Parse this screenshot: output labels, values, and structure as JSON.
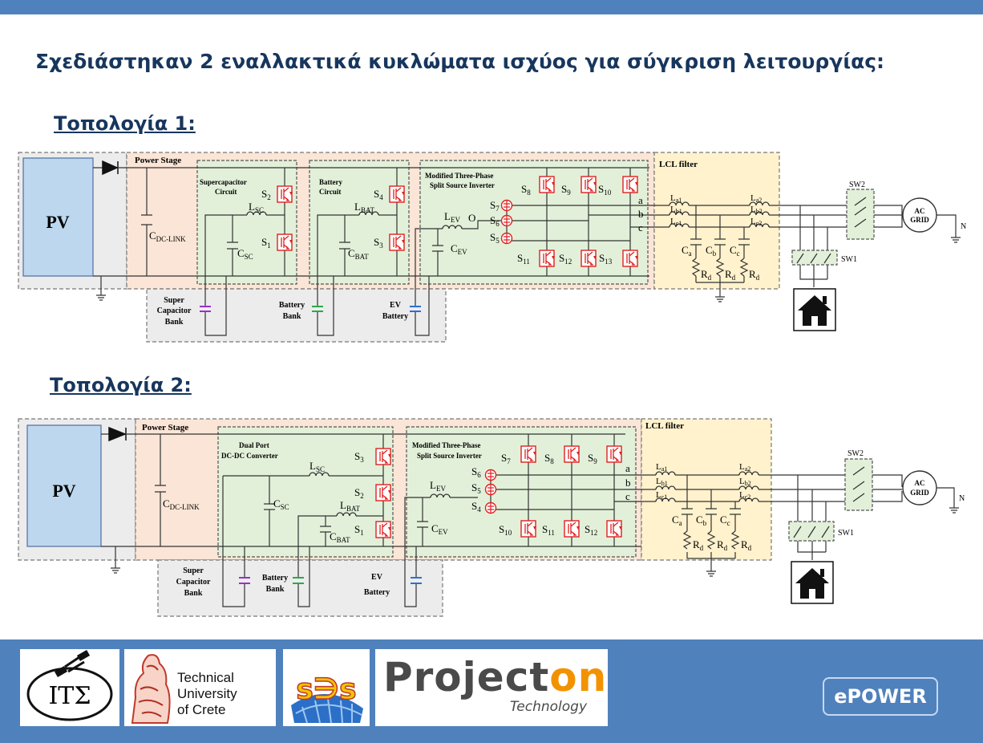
{
  "slide": {
    "title": "Σχεδιάστηκαν 2 εναλλακτικά κυκλώματα ισχύος για σύγκριση λειτουργίας:",
    "topology1_title": "Τοπολογία 1:",
    "topology2_title": "Τοπολογία 2:"
  },
  "topology1": {
    "pv": "PV",
    "power_stage": "Power Stage",
    "lcl_filter": "LCL filter",
    "cdc_main": "C",
    "cdc_sub": "DC-LINK",
    "sc_circuit_1": "Supercapacitor",
    "sc_circuit_2": "Circuit",
    "bat_circuit_1": "Battery",
    "bat_circuit_2": "Circuit",
    "inv_1": "Modified Three-Phase",
    "inv_2": "Split Source Inverter",
    "lsc_main": "L",
    "lsc_sub": "SC",
    "csc_main": "C",
    "csc_sub": "SC",
    "lbat_main": "L",
    "lbat_sub": "BAT",
    "cbat_main": "C",
    "cbat_sub": "BAT",
    "lev_main": "L",
    "lev_sub": "EV",
    "cev_main": "C",
    "cev_sub": "EV",
    "node_o": "O",
    "s_main": "S",
    "s2": "2",
    "s1": "1",
    "s4": "4",
    "s3": "3",
    "s7": "7",
    "s6": "6",
    "s5": "5",
    "s8": "8",
    "s9": "9",
    "s10": "10",
    "s11": "11",
    "s12": "12",
    "s13": "13",
    "phase_a": "a",
    "phase_b": "b",
    "phase_c": "c",
    "la1": "a1",
    "lb1": "b1",
    "lc1": "c1",
    "la2": "a2",
    "lb2": "b2",
    "lc2": "c2",
    "l_main": "L",
    "ca": "a",
    "cb": "b",
    "cc": "c",
    "r_main": "R",
    "rd_sub": "d",
    "sw2": "SW2",
    "sw1": "SW1",
    "grid_1": "AC",
    "grid_2": "GRID",
    "neutral": "N",
    "sc_bank_1": "Super",
    "sc_bank_2": "Capacitor",
    "sc_bank_3": "Bank",
    "bat_bank_1": "Battery",
    "bat_bank_2": "Bank",
    "ev_bat_1": "EV",
    "ev_bat_2": "Battery"
  },
  "topology2": {
    "pv": "PV",
    "power_stage": "Power Stage",
    "lcl_filter": "LCL filter",
    "cdc_main": "C",
    "cdc_sub": "DC-LINK",
    "dual_1": "Dual Port",
    "dual_2": "DC-DC Converter",
    "inv_1": "Modified Three-Phase",
    "inv_2": "Split Source Inverter",
    "lsc_main": "L",
    "lsc_sub": "SC",
    "csc_main": "C",
    "csc_sub": "SC",
    "lbat_main": "L",
    "lbat_sub": "BAT",
    "cbat_main": "C",
    "cbat_sub": "BAT",
    "lev_main": "L",
    "lev_sub": "EV",
    "cev_main": "C",
    "cev_sub": "EV",
    "s_main": "S",
    "s3": "3",
    "s2": "2",
    "s1": "1",
    "s6": "6",
    "s5": "5",
    "s4": "4",
    "s7": "7",
    "s8": "8",
    "s9": "9",
    "s10": "10",
    "s11": "11",
    "s12": "12",
    "phase_a": "a",
    "phase_b": "b",
    "phase_c": "c",
    "la1": "a1",
    "lb1": "b1",
    "lc1": "c1",
    "la2": "a2",
    "lb2": "b2",
    "lc2": "c2",
    "l_main": "L",
    "ca": "a",
    "cb": "b",
    "cc": "c",
    "r_main": "R",
    "rd_sub": "d",
    "sw2": "SW2",
    "sw1": "SW1",
    "grid_1": "AC",
    "grid_2": "GRID",
    "neutral": "N",
    "sc_bank_1": "Super",
    "sc_bank_2": "Capacitor",
    "sc_bank_3": "Bank",
    "bat_bank_1": "Battery",
    "bat_bank_2": "Bank",
    "ev_bat_1": "EV",
    "ev_bat_2": "Battery"
  },
  "logos": {
    "ics_text": "ΙΤΣ",
    "tuc_line1": "Technical",
    "tuc_line2": "University",
    "tuc_line3": "of Crete",
    "ses_text": "s∋s",
    "projecton_main": "Project",
    "projecton_accent": "on",
    "projecton_sub": "Technology",
    "epower": "ePOWER"
  },
  "colors": {
    "bar": "#4f81bd",
    "title": "#17365d",
    "pv_fill": "#bdd7ee",
    "power_stage_fill": "#fbe5d6",
    "green_fill": "#e2f0d9",
    "lcl_fill": "#fff2cc",
    "bank_fill": "#ececec",
    "switch_red": "#e02020",
    "accent_orange": "#f39200"
  }
}
